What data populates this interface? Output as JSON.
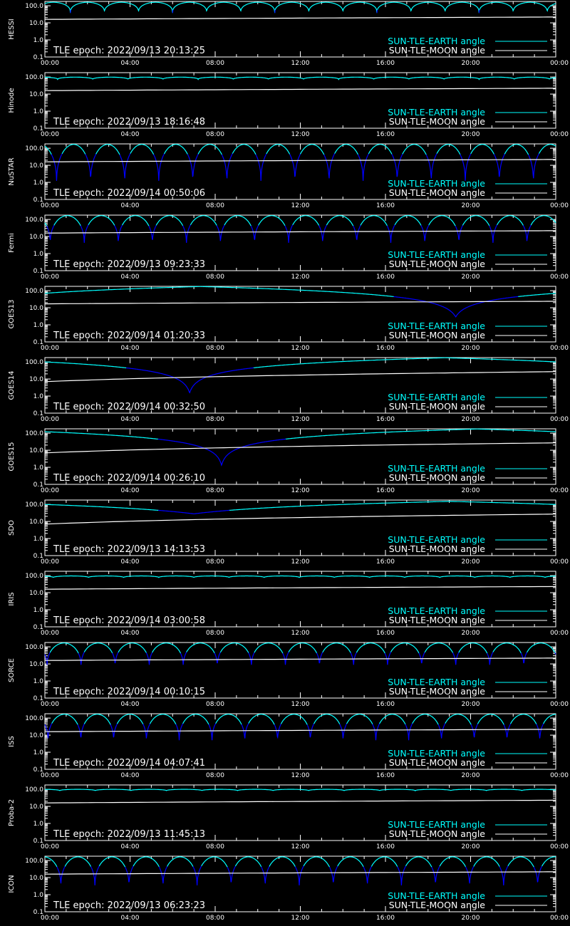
{
  "colors": {
    "background": "#000000",
    "frame": "#ffffff",
    "earth_angle": "#00ffff",
    "earth_angle_dark": "#0000ff",
    "moon_angle": "#ffffff"
  },
  "legend": {
    "earth_label": "SUN-TLE-EARTH angle",
    "moon_label": "SUN-TLE-MOON angle"
  },
  "chart_data": [
    {
      "type": "line",
      "satellite": "HESSI",
      "epoch_label": "TLE epoch: 2022/09/13 20:13:25",
      "x_ticks": [
        "00:00",
        "04:00",
        "08:00",
        "12:00",
        "16:00",
        "20:00",
        "00:00"
      ],
      "y_ticks": [
        "100.0",
        "10.0",
        "1.0",
        "0.1"
      ],
      "y_scale": "log",
      "ylim": [
        0.1,
        180
      ],
      "xlim_hours": [
        0,
        24
      ],
      "series": [
        {
          "name": "SUN-TLE-EARTH angle",
          "pattern": "orbit",
          "period_hours": 1.6,
          "phase_hours": 1.2,
          "max_deg": 160,
          "min_deg": 38
        },
        {
          "name": "SUN-TLE-MOON angle",
          "pattern": "linear",
          "start_deg": 16,
          "end_deg": 22
        }
      ]
    },
    {
      "type": "line",
      "satellite": "Hinode",
      "epoch_label": "TLE epoch: 2022/09/13 18:16:48",
      "x_ticks": [
        "00:00",
        "04:00",
        "08:00",
        "12:00",
        "16:00",
        "20:00",
        "00:00"
      ],
      "y_ticks": [
        "100.0",
        "10.0",
        "1.0",
        "0.1"
      ],
      "y_scale": "log",
      "ylim": [
        0.1,
        180
      ],
      "xlim_hours": [
        0,
        24
      ],
      "series": [
        {
          "name": "SUN-TLE-EARTH angle",
          "pattern": "orbit",
          "period_hours": 1.65,
          "phase_hours": 0.6,
          "max_deg": 98,
          "min_deg": 72
        },
        {
          "name": "SUN-TLE-MOON angle",
          "pattern": "linear",
          "start_deg": 16,
          "end_deg": 22
        }
      ]
    },
    {
      "type": "line",
      "satellite": "NuSTAR",
      "epoch_label": "TLE epoch: 2022/09/14 00:50:06",
      "x_ticks": [
        "00:00",
        "04:00",
        "08:00",
        "12:00",
        "16:00",
        "20:00",
        "00:00"
      ],
      "y_ticks": [
        "100.0",
        "10.0",
        "1.0",
        "0.1"
      ],
      "y_scale": "log",
      "ylim": [
        0.1,
        180
      ],
      "xlim_hours": [
        0,
        24
      ],
      "series": [
        {
          "name": "SUN-TLE-EARTH angle",
          "pattern": "orbit",
          "period_hours": 1.6,
          "phase_hours": 0.55,
          "max_deg": 168,
          "min_deg": 0.6
        },
        {
          "name": "SUN-TLE-MOON angle",
          "pattern": "linear",
          "start_deg": 16,
          "end_deg": 22
        }
      ]
    },
    {
      "type": "line",
      "satellite": "Fermi",
      "epoch_label": "TLE epoch: 2022/09/13 09:23:33",
      "x_ticks": [
        "00:00",
        "04:00",
        "08:00",
        "12:00",
        "16:00",
        "20:00",
        "00:00"
      ],
      "y_ticks": [
        "100.0",
        "10.0",
        "1.0",
        "0.1"
      ],
      "y_scale": "log",
      "ylim": [
        0.1,
        180
      ],
      "xlim_hours": [
        0,
        24
      ],
      "series": [
        {
          "name": "SUN-TLE-EARTH angle",
          "pattern": "orbit",
          "period_hours": 1.6,
          "phase_hours": 0.25,
          "max_deg": 168,
          "min_deg": 2.5
        },
        {
          "name": "SUN-TLE-MOON angle",
          "pattern": "linear",
          "start_deg": 16,
          "end_deg": 22
        }
      ]
    },
    {
      "type": "line",
      "satellite": "GOES13",
      "epoch_label": "TLE epoch: 2022/09/14 01:20:33",
      "x_ticks": [
        "00:00",
        "04:00",
        "08:00",
        "12:00",
        "16:00",
        "20:00",
        "00:00"
      ],
      "y_ticks": [
        "100.0",
        "10.0",
        "1.0",
        "0.1"
      ],
      "y_scale": "log",
      "ylim": [
        0.1,
        180
      ],
      "xlim_hours": [
        0,
        24
      ],
      "series": [
        {
          "name": "SUN-TLE-EARTH angle",
          "pattern": "geo",
          "min_hour": 19.3,
          "min_deg": 2.9,
          "max_deg": 176
        },
        {
          "name": "SUN-TLE-MOON angle",
          "pattern": "linear",
          "start_deg": 17,
          "end_deg": 24
        }
      ]
    },
    {
      "type": "line",
      "satellite": "GOES14",
      "epoch_label": "TLE epoch: 2022/09/14 00:32:50",
      "x_ticks": [
        "00:00",
        "04:00",
        "08:00",
        "12:00",
        "16:00",
        "20:00",
        "00:00"
      ],
      "y_ticks": [
        "100.0",
        "10.0",
        "1.0",
        "0.1"
      ],
      "y_scale": "log",
      "ylim": [
        0.1,
        180
      ],
      "xlim_hours": [
        0,
        24
      ],
      "series": [
        {
          "name": "SUN-TLE-EARTH angle",
          "pattern": "geo",
          "min_hour": 6.8,
          "min_deg": 1.5,
          "max_deg": 176
        },
        {
          "name": "SUN-TLE-MOON angle",
          "pattern": "linear",
          "start_deg": 7,
          "end_deg": 27
        }
      ]
    },
    {
      "type": "line",
      "satellite": "GOES15",
      "epoch_label": "TLE epoch: 2022/09/14 00:26:10",
      "x_ticks": [
        "00:00",
        "04:00",
        "08:00",
        "12:00",
        "16:00",
        "20:00",
        "00:00"
      ],
      "y_ticks": [
        "100.0",
        "10.0",
        "1.0",
        "0.1"
      ],
      "y_scale": "log",
      "ylim": [
        0.1,
        180
      ],
      "xlim_hours": [
        0,
        24
      ],
      "series": [
        {
          "name": "SUN-TLE-EARTH angle",
          "pattern": "geo",
          "min_hour": 8.3,
          "min_deg": 1.3,
          "max_deg": 176
        },
        {
          "name": "SUN-TLE-MOON angle",
          "pattern": "linear",
          "start_deg": 7,
          "end_deg": 27
        }
      ]
    },
    {
      "type": "line",
      "satellite": "SDO",
      "epoch_label": "TLE epoch: 2022/09/13 14:13:53",
      "x_ticks": [
        "00:00",
        "04:00",
        "08:00",
        "12:00",
        "16:00",
        "20:00",
        "00:00"
      ],
      "y_ticks": [
        "100.0",
        "10.0",
        "1.0",
        "0.1"
      ],
      "y_scale": "log",
      "ylim": [
        0.1,
        180
      ],
      "xlim_hours": [
        0,
        24
      ],
      "series": [
        {
          "name": "SUN-TLE-EARTH angle",
          "pattern": "geo",
          "min_hour": 7.0,
          "min_deg": 28,
          "max_deg": 150
        },
        {
          "name": "SUN-TLE-MOON angle",
          "pattern": "linear",
          "start_deg": 7,
          "end_deg": 27
        }
      ]
    },
    {
      "type": "line",
      "satellite": "IRIS",
      "epoch_label": "TLE epoch: 2022/09/14 03:00:58",
      "x_ticks": [
        "00:00",
        "04:00",
        "08:00",
        "12:00",
        "16:00",
        "20:00",
        "00:00"
      ],
      "y_ticks": [
        "100.0",
        "10.0",
        "1.0",
        "0.1"
      ],
      "y_scale": "log",
      "ylim": [
        0.1,
        180
      ],
      "xlim_hours": [
        0,
        24
      ],
      "series": [
        {
          "name": "SUN-TLE-EARTH angle",
          "pattern": "orbit",
          "period_hours": 1.65,
          "phase_hours": 0.4,
          "max_deg": 96,
          "min_deg": 76
        },
        {
          "name": "SUN-TLE-MOON angle",
          "pattern": "linear",
          "start_deg": 16,
          "end_deg": 23
        }
      ]
    },
    {
      "type": "line",
      "satellite": "SORCE",
      "epoch_label": "TLE epoch: 2022/09/14 00:10:15",
      "x_ticks": [
        "00:00",
        "04:00",
        "08:00",
        "12:00",
        "16:00",
        "20:00",
        "00:00"
      ],
      "y_ticks": [
        "100.0",
        "10.0",
        "1.0",
        "0.1"
      ],
      "y_scale": "log",
      "ylim": [
        0.1,
        180
      ],
      "xlim_hours": [
        0,
        24
      ],
      "series": [
        {
          "name": "SUN-TLE-EARTH angle",
          "pattern": "orbit",
          "period_hours": 1.6,
          "phase_hours": 0.1,
          "max_deg": 168,
          "min_deg": 5
        },
        {
          "name": "SUN-TLE-MOON angle",
          "pattern": "linear",
          "start_deg": 16,
          "end_deg": 22
        }
      ]
    },
    {
      "type": "line",
      "satellite": "ISS",
      "epoch_label": "TLE epoch: 2022/09/14 04:07:41",
      "x_ticks": [
        "00:00",
        "04:00",
        "08:00",
        "12:00",
        "16:00",
        "20:00",
        "00:00"
      ],
      "y_ticks": [
        "100.0",
        "10.0",
        "1.0",
        "0.1"
      ],
      "y_scale": "log",
      "ylim": [
        0.1,
        180
      ],
      "xlim_hours": [
        0,
        24
      ],
      "series": [
        {
          "name": "SUN-TLE-EARTH angle",
          "pattern": "orbit",
          "period_hours": 1.54,
          "phase_hours": 0.15,
          "max_deg": 168,
          "min_deg": 3
        },
        {
          "name": "SUN-TLE-MOON angle",
          "pattern": "linear",
          "start_deg": 16,
          "end_deg": 22
        }
      ]
    },
    {
      "type": "line",
      "satellite": "Proba-2",
      "epoch_label": "TLE epoch: 2022/09/13 11:45:13",
      "x_ticks": [
        "00:00",
        "04:00",
        "08:00",
        "12:00",
        "16:00",
        "20:00",
        "00:00"
      ],
      "y_ticks": [
        "100.0",
        "10.0",
        "1.0",
        "0.1"
      ],
      "y_scale": "log",
      "ylim": [
        0.1,
        180
      ],
      "xlim_hours": [
        0,
        24
      ],
      "series": [
        {
          "name": "SUN-TLE-EARTH angle",
          "pattern": "orbit",
          "period_hours": 1.67,
          "phase_hours": 0.7,
          "max_deg": 100,
          "min_deg": 82
        },
        {
          "name": "SUN-TLE-MOON angle",
          "pattern": "linear",
          "start_deg": 16,
          "end_deg": 23
        }
      ]
    },
    {
      "type": "line",
      "satellite": "ICON",
      "epoch_label": "TLE epoch: 2022/09/13 06:23:23",
      "x_ticks": [
        "00:00",
        "04:00",
        "08:00",
        "12:00",
        "16:00",
        "20:00",
        "00:00"
      ],
      "y_ticks": [
        "100.0",
        "10.0",
        "1.0",
        "0.1"
      ],
      "y_scale": "log",
      "ylim": [
        0.1,
        180
      ],
      "xlim_hours": [
        0,
        24
      ],
      "series": [
        {
          "name": "SUN-TLE-EARTH angle",
          "pattern": "orbit",
          "period_hours": 1.6,
          "phase_hours": 0.75,
          "max_deg": 165,
          "min_deg": 2
        },
        {
          "name": "SUN-TLE-MOON angle",
          "pattern": "linear",
          "start_deg": 16,
          "end_deg": 22
        }
      ]
    }
  ]
}
